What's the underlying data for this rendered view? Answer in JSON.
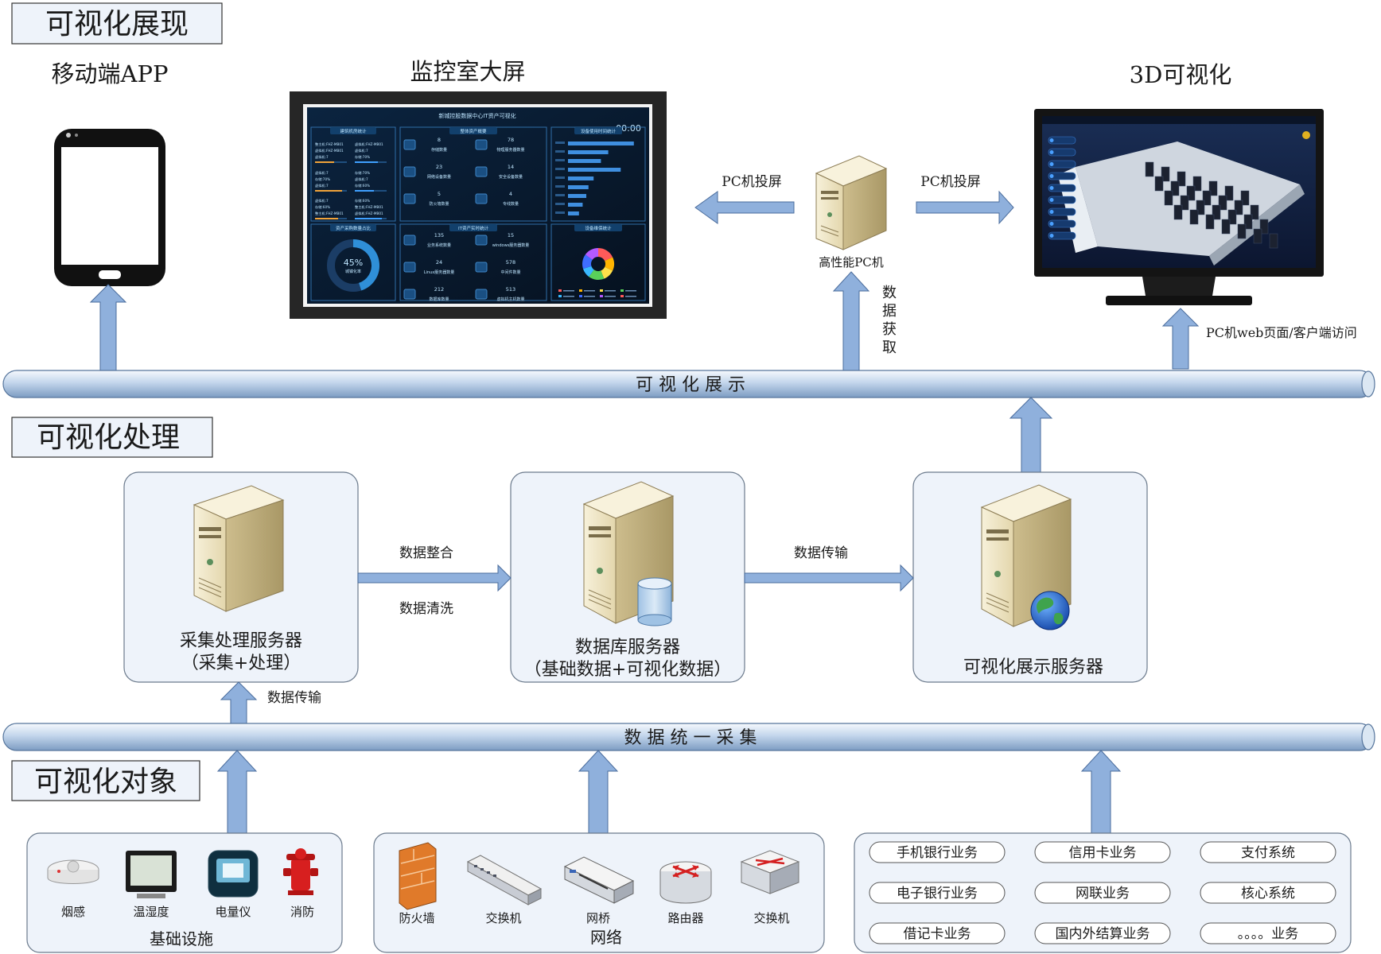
{
  "sections": {
    "display": "可视化展现",
    "processing": "可视化处理",
    "objects": "可视化对象"
  },
  "display": {
    "mobile_label": "移动端APP",
    "bigscreen_label": "监控室大屏",
    "viz3d_label": "3D可视化",
    "pc_label": "高性能PC机",
    "cast_left": "PC机投屏",
    "cast_right": "PC机投屏",
    "fetch_chars": [
      "数",
      "据",
      "获",
      "取"
    ],
    "web_access": "PC机web页面/客户端访问",
    "screen": {
      "title": "新城控股数据中心IT资产可视化",
      "clock": "00:00",
      "panel_headers": [
        "建筑机房统计",
        "整体资产概要",
        "设备使用时间统计",
        "资产采购数量占比",
        "IT资产实时统计",
        "设备维保统计"
      ],
      "room_lines": [
        "整主机:FHZ-MB01",
        "虚拟机:FHZ-MB01",
        "虚拟机:7",
        "存储:70%",
        "虚拟机:7",
        "存储:60%"
      ],
      "tiles_top": [
        {
          "value": "8",
          "label": "存储数量"
        },
        {
          "value": "78",
          "label": "物理服务器数量"
        },
        {
          "value": "23",
          "label": "网络设备数量"
        },
        {
          "value": "14",
          "label": "安全设备数量"
        },
        {
          "value": "5",
          "label": "防火墙数量"
        },
        {
          "value": "4",
          "label": "专线数量"
        }
      ],
      "tiles_bottom": [
        {
          "value": "135",
          "label": "业务系统数量"
        },
        {
          "value": "15",
          "label": "windows服务器数量"
        },
        {
          "value": "24",
          "label": "Linux服务器数量"
        },
        {
          "value": "578",
          "label": "中间件数量"
        },
        {
          "value": "212",
          "label": "数据库数量"
        },
        {
          "value": "513",
          "label": "虚拟机主机数量"
        }
      ],
      "donut_value": "45%",
      "donut_label": "城镇化率",
      "hbar_values": [
        0.9,
        0.55,
        0.45,
        0.72,
        0.35,
        0.28,
        0.25,
        0.2,
        0.15
      ],
      "pie_values": [
        0.18,
        0.14,
        0.12,
        0.16,
        0.1,
        0.15,
        0.15
      ]
    }
  },
  "bus": {
    "display": "可 视 化 展 示",
    "collect": "数 据 统 一 采 集"
  },
  "servers": {
    "collect_title": "采集处理服务器",
    "collect_sub": "（采集+处理）",
    "db_title": "数据库服务器",
    "db_sub": "（基础数据+可视化数据）",
    "viz_title": "可视化展示服务器"
  },
  "flows": {
    "integrate": "数据整合",
    "clean": "数据清洗",
    "transfer_1": "数据传输",
    "transfer_2": "数据传输"
  },
  "objects": {
    "infra_title": "基础设施",
    "infra_items": [
      "烟感",
      "温湿度",
      "电量仪",
      "消防"
    ],
    "network_title": "网络",
    "network_items": [
      "防火墙",
      "交换机",
      "网桥",
      "路由器",
      "交换机"
    ],
    "business_items": [
      "手机银行业务",
      "信用卡业务",
      "支付系统",
      "电子银行业务",
      "网联业务",
      "核心系统",
      "借记卡业务",
      "国内外结算业务",
      "。。。。业务"
    ]
  },
  "colors": {
    "bus_light": "#e9f2fa",
    "bus_mid": "#bdd4ea",
    "bus_dark": "#7f9fc3",
    "arrow_fill": "#8fb0dc",
    "arrow_stroke": "#4a6c9c",
    "panel_fill": "#eef3fa",
    "panel_stroke": "#6b7a8c",
    "server_light": "#f1ead0",
    "server_mid": "#d9cba0",
    "server_dark": "#a8986a"
  }
}
